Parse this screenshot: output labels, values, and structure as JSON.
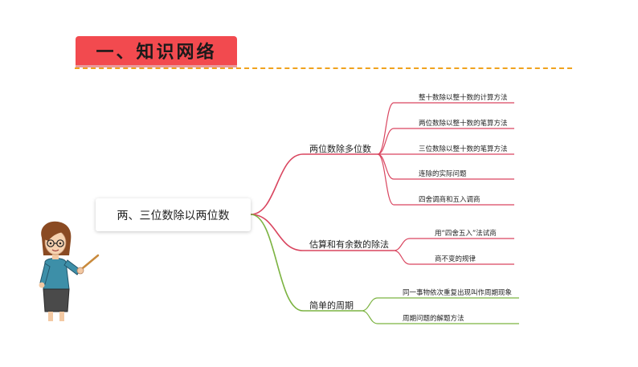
{
  "title": "一、知识网络",
  "mindmap": {
    "root": "两、三位数除以两位数",
    "branches": [
      {
        "label": "两位数除多位数",
        "color": "#d9455f",
        "children": [
          "整十数除以整十数的计算方法",
          "两位数除以整十数的笔算方法",
          "三位数除以整十数的笔算方法",
          "连除的实际问题",
          "四舍调商和五入调商"
        ]
      },
      {
        "label": "估算和有余数的除法",
        "color": "#d9455f",
        "children": [
          "用“四舍五入”法试商",
          "商不变的规律"
        ]
      },
      {
        "label": "简单的周期",
        "color": "#7cb342",
        "children": [
          "同一事物依次重复出现叫作周期现象",
          "周期问题的解题方法"
        ]
      }
    ]
  }
}
